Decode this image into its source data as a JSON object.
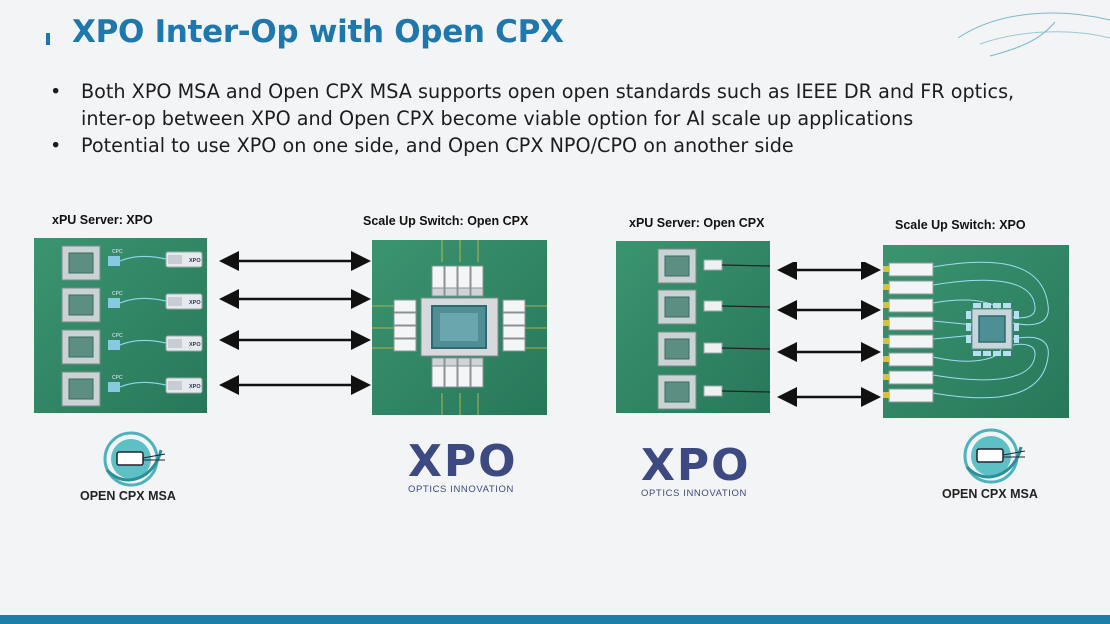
{
  "slide": {
    "title": "XPO Inter-Op with Open CPX",
    "bullets": [
      "Both XPO MSA and Open CPX MSA supports open open standards such as IEEE DR and FR optics, inter-op between XPO and Open CPX become viable option for AI scale up applications",
      "Potential to use XPO on one side, and Open CPX NPO/CPO on another side"
    ]
  },
  "diagram_left": {
    "server_label": "xPU Server: XPO",
    "switch_label": "Scale Up Switch: Open CPX",
    "chip_tag": "CPC",
    "module_tag": "XPO",
    "server_logo": "OPEN CPX MSA",
    "switch_logo_word": "XPO",
    "switch_logo_sub": "OPTICS INNOVATION"
  },
  "diagram_right": {
    "server_label": "xPU Server: Open CPX",
    "switch_label": "Scale Up Switch: XPO",
    "server_logo_word": "XPO",
    "server_logo_sub": "OPTICS INNOVATION",
    "switch_logo": "OPEN CPX MSA"
  },
  "colors": {
    "title": "#1f78ad",
    "board": "#2f8a63",
    "xpo_logo": "#3d4a82",
    "cpx_logo": "#3aa0a8",
    "footer": "#1b7fa6"
  }
}
